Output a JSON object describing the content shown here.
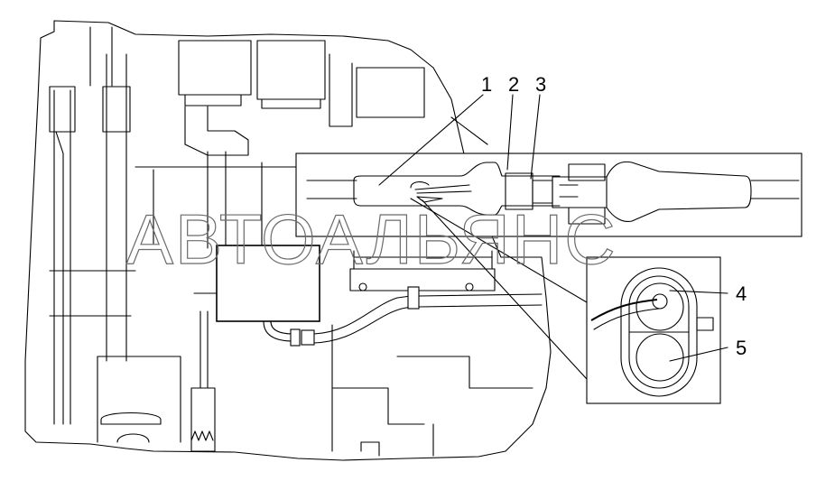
{
  "watermark": "АВТОАЛЬЯНС",
  "callouts": [
    {
      "label": "1"
    },
    {
      "label": "2"
    },
    {
      "label": "3"
    },
    {
      "label": "4"
    },
    {
      "label": "5"
    }
  ]
}
